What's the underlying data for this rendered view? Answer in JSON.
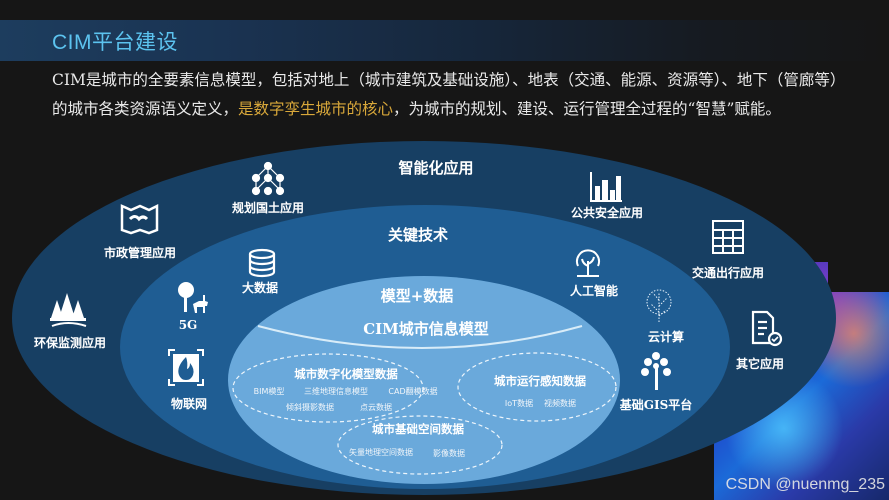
{
  "header": {
    "title": "CIM平台建设"
  },
  "description": {
    "part1": "CIM是城市的全要素信息模型，包括对地上（城市建筑及基础设施）、地表（交通、能源、资源等）、地下（管廊等）的城市各类资源语义定义，",
    "highlight": "是数字孪生城市的核心",
    "part2": "，为城市的规划、建设、运行管理全过程的“智慧”赋能。"
  },
  "colors": {
    "title": "#5cc3ef",
    "highlight": "#d9a83a",
    "outer_ring": "#173f63",
    "middle_ring": "#1f5d93",
    "inner_core": "#6aa9db",
    "background": "#161616"
  },
  "diagram": {
    "outer_ring": {
      "title": "智能化应用",
      "items": [
        {
          "label": "规划国土应用",
          "icon": "network-hierarchy-icon"
        },
        {
          "label": "市政管理应用",
          "icon": "map-icon"
        },
        {
          "label": "环保监测应用",
          "icon": "forest-icon"
        },
        {
          "label": "公共安全应用",
          "icon": "bar-chart-icon"
        },
        {
          "label": "交通出行应用",
          "icon": "calculator-grid-icon"
        },
        {
          "label": "其它应用",
          "icon": "document-check-icon"
        }
      ]
    },
    "middle_ring": {
      "title": "关键技术",
      "items": [
        {
          "label": "大数据",
          "icon": "database-icon"
        },
        {
          "label": "5G",
          "icon": "tree-deer-icon"
        },
        {
          "label": "物联网",
          "icon": "fire-frame-icon"
        },
        {
          "label": "人工智能",
          "icon": "tree-circle-icon"
        },
        {
          "label": "云计算",
          "icon": "sparkle-tree-icon"
        },
        {
          "label": "基础GIS平台",
          "icon": "leafy-tree-icon"
        }
      ]
    },
    "core": {
      "title": "模型+数据",
      "subtitle": "CIM城市信息模型",
      "groups": [
        {
          "title": "城市数字化模型数据",
          "items": [
            "BIM模型",
            "三维地理信息模型",
            "CAD翻模数据",
            "倾斜摄影数据",
            "点云数据"
          ]
        },
        {
          "title": "城市运行感知数据",
          "items": [
            "IoT数据",
            "视频数据"
          ]
        },
        {
          "title": "城市基础空间数据",
          "items": [
            "矢量地理空间数据",
            "影像数据"
          ]
        }
      ]
    }
  },
  "watermark": "CSDN @nuenmg_235"
}
